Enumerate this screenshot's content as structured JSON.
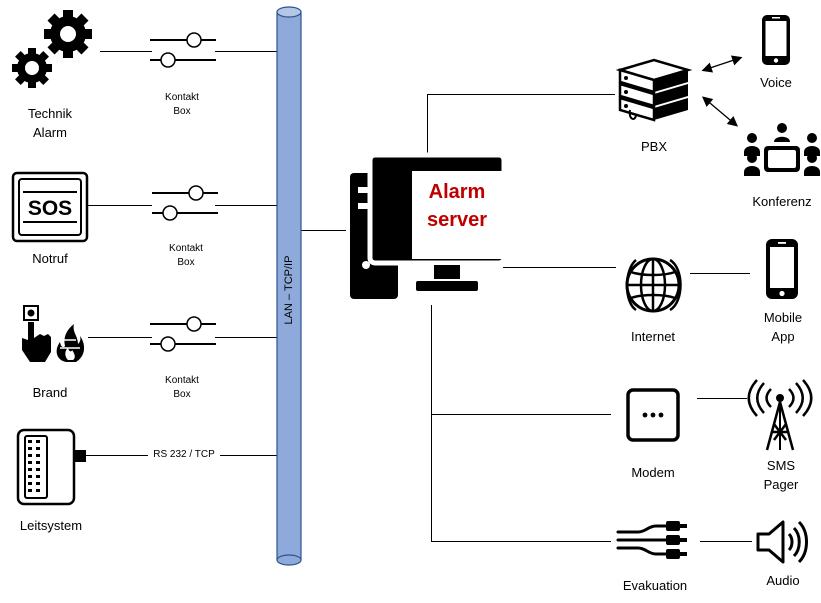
{
  "inputs": {
    "technik": {
      "line1": "Technik",
      "line2": "Alarm"
    },
    "notruf": "Notruf",
    "brand": "Brand",
    "leitsystem": "Leitsystem"
  },
  "kontakt_box": {
    "line1": "Kontakt",
    "line2": "Box"
  },
  "rs232_label": "RS 232 / TCP",
  "bus_label": "LAN – TCP/IP",
  "server": {
    "line1": "Alarm",
    "line2": "server",
    "text_color": "#c00000"
  },
  "outputs": {
    "pbx": "PBX",
    "voice": "Voice",
    "konferenz": "Konferenz",
    "internet": "Internet",
    "mobile_app": {
      "line1": "Mobile",
      "line2": "App"
    },
    "modem": "Modem",
    "sms_pager": {
      "line1": "SMS",
      "line2": "Pager"
    },
    "evakuation": "Evakuation",
    "audio": "Audio"
  },
  "colors": {
    "bus_fill": "#8eaadb",
    "bus_stroke": "#2f528f",
    "server_text": "#c00000"
  },
  "icons": {
    "technik": "gears-icon",
    "notruf": "sos-icon",
    "brand": "fire-alarm-icon",
    "leitsystem": "control-panel-icon",
    "kontakt_box": "switch-icon",
    "server": "computer-icon",
    "pbx": "server-rack-icon",
    "voice": "smartphone-icon",
    "konferenz": "conference-icon",
    "internet": "globe-icon",
    "mobile_app": "smartphone-icon",
    "modem": "modem-icon",
    "sms_pager": "antenna-icon",
    "evakuation": "cables-icon",
    "audio": "speaker-icon"
  }
}
